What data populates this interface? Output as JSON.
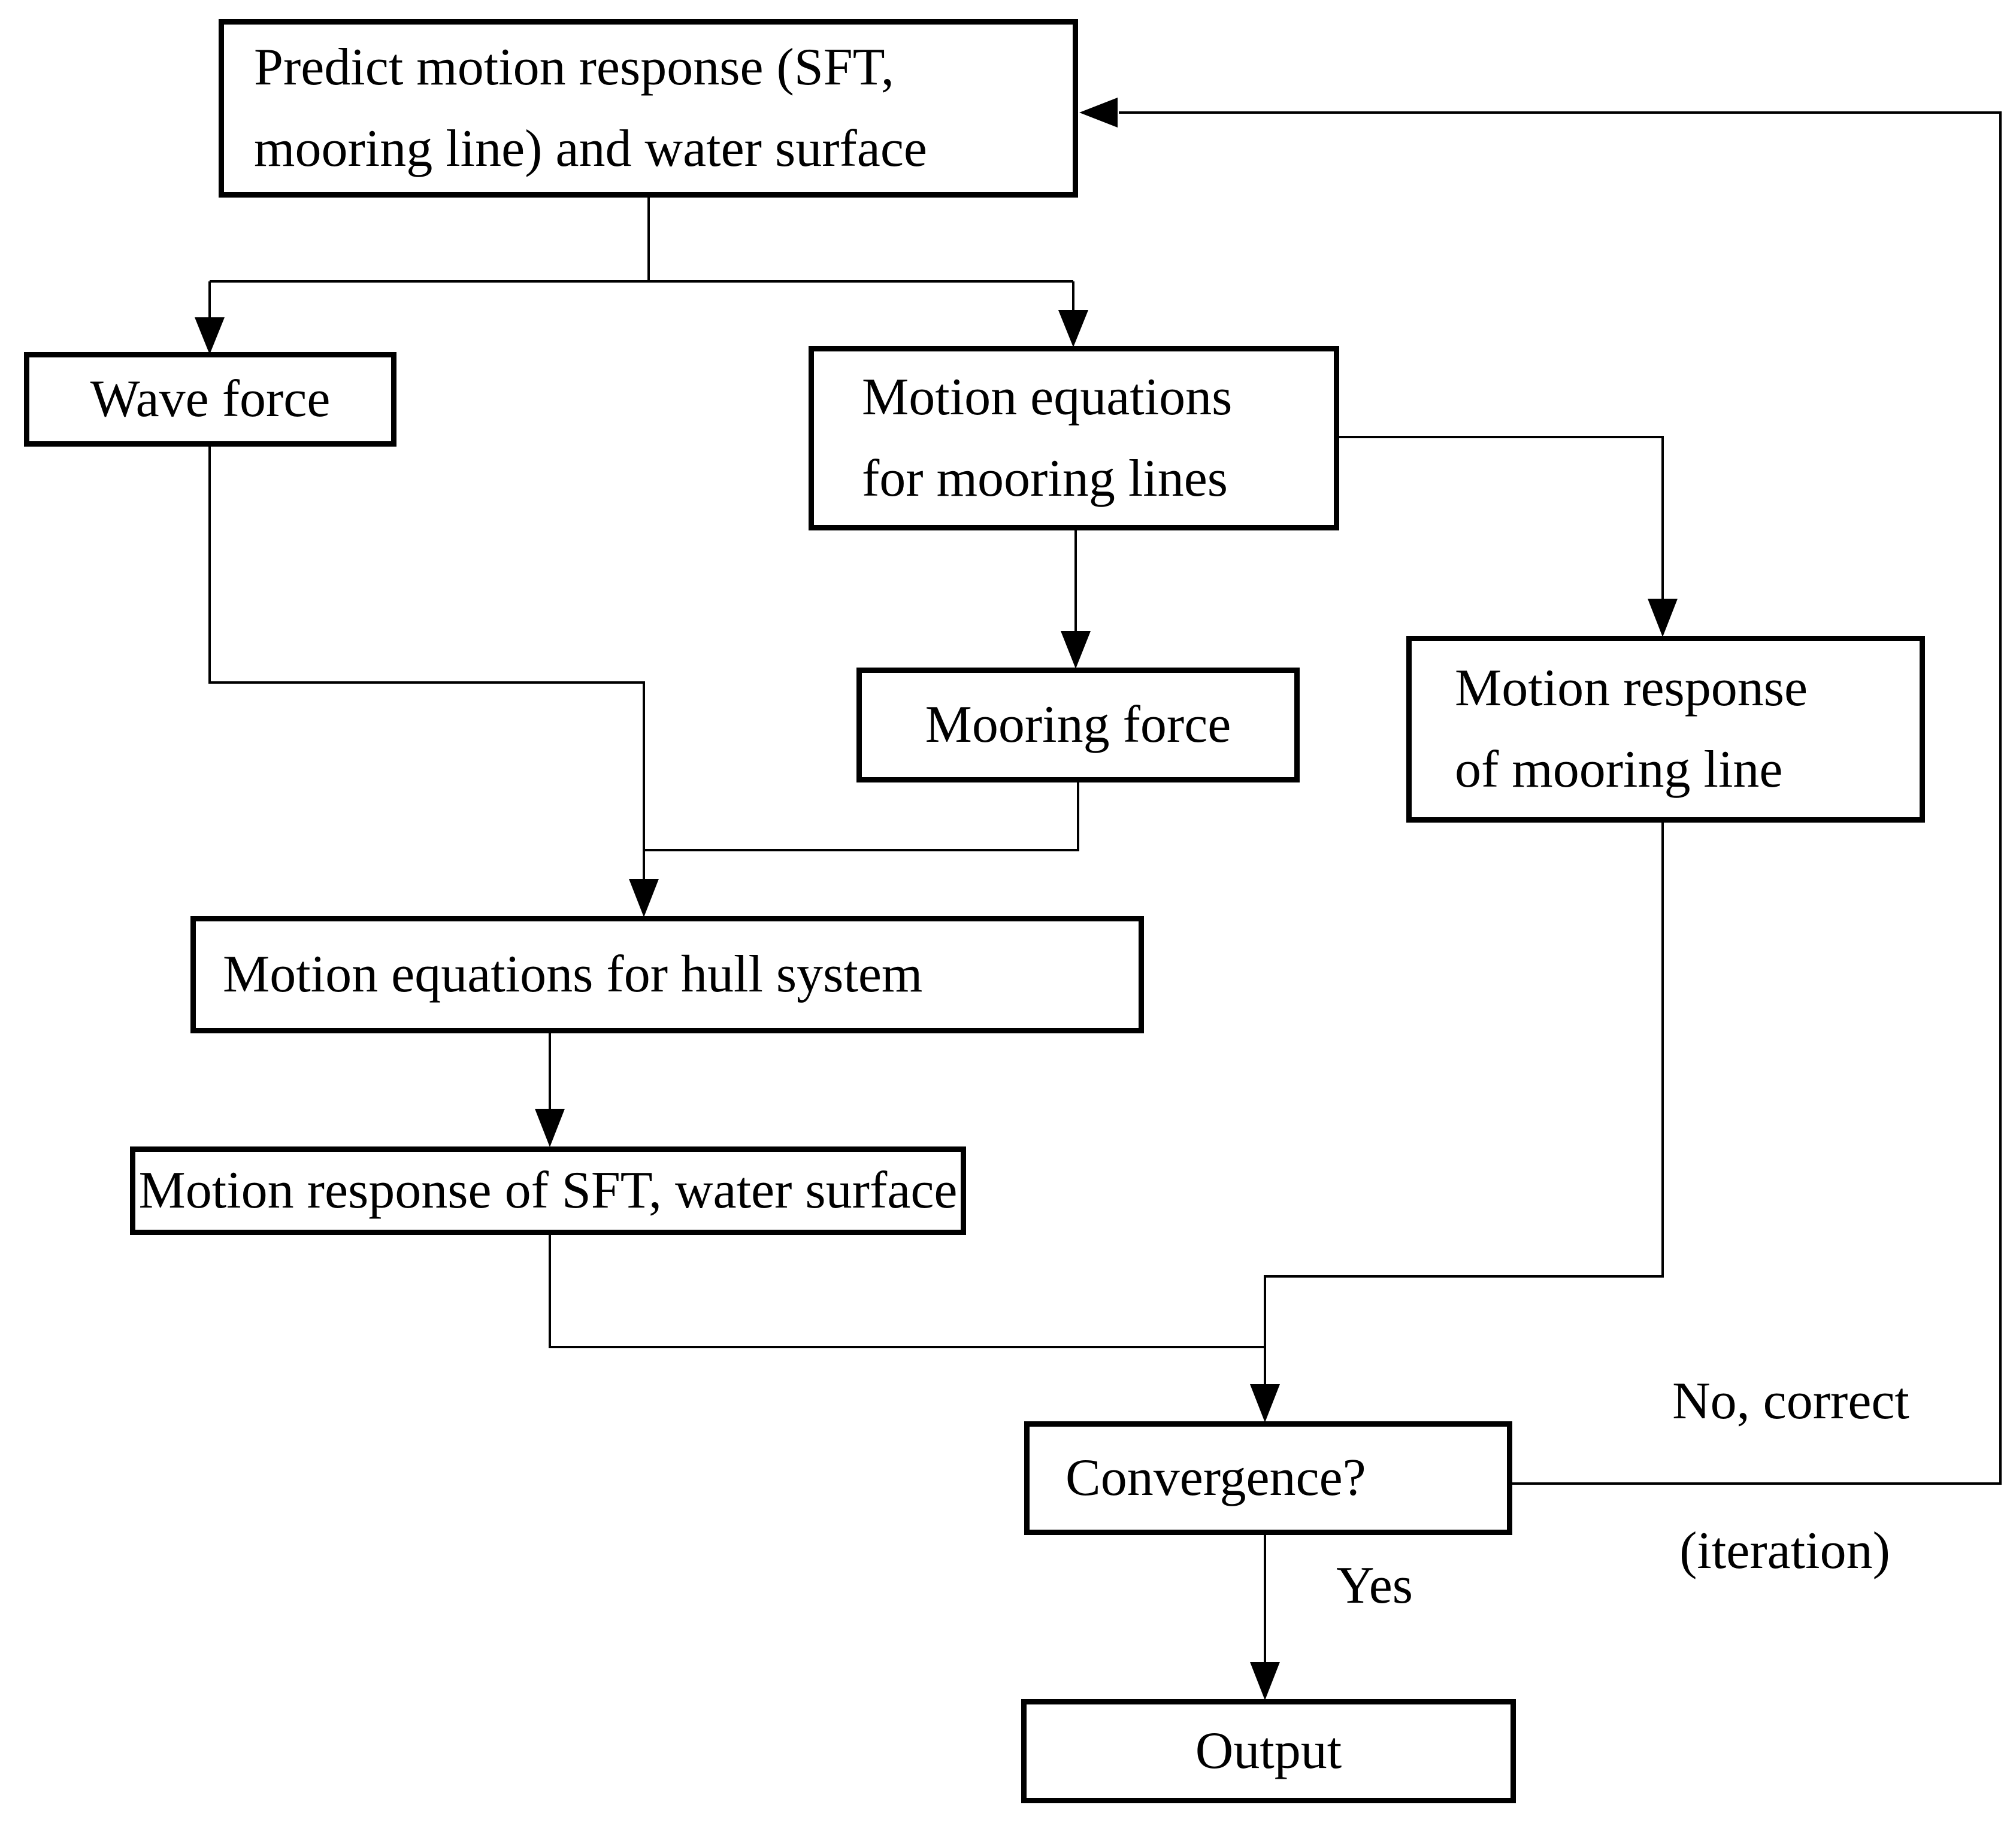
{
  "flowchart": {
    "colors": {
      "background": "#ffffff",
      "line": "#000000",
      "box_border": "#000000",
      "box_fill": "#ffffff",
      "text": "#000000"
    },
    "nodes": {
      "predict": {
        "lines": [
          "Predict motion response (SFT,",
          "mooring line) and water surface"
        ]
      },
      "wave_force": {
        "lines": [
          "Wave force"
        ]
      },
      "mooring_equations": {
        "lines": [
          "Motion equations",
          "for mooring lines"
        ]
      },
      "mooring_force": {
        "lines": [
          "Mooring force"
        ]
      },
      "mooring_response": {
        "lines": [
          "Motion response",
          "of mooring line"
        ]
      },
      "hull_equations": {
        "lines": [
          "Motion equations for hull system"
        ]
      },
      "sft_response": {
        "lines": [
          "Motion response of SFT, water surface"
        ]
      },
      "convergence": {
        "lines": [
          "Convergence?"
        ]
      },
      "output": {
        "lines": [
          "Output"
        ]
      }
    },
    "edge_labels": {
      "no_correct": "No, correct",
      "iteration": "(iteration)",
      "yes": "Yes"
    }
  }
}
